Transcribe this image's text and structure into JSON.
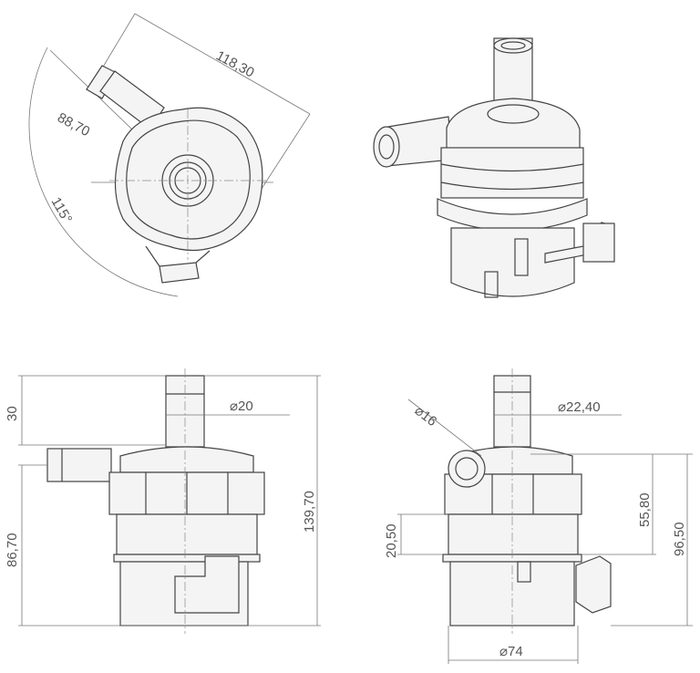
{
  "top_view": {
    "dim_overall": "118,30",
    "dim_hose": "88,70",
    "dim_angle": "115°"
  },
  "front_view": {
    "dim_top": "30",
    "dim_outlet": "⌀20",
    "dim_height": "139,70",
    "dim_lower": "86,70"
  },
  "side_view": {
    "dim_inlet": "⌀16",
    "dim_outlet": "⌀22,40",
    "dim_band": "20,50",
    "dim_mid": "55,80",
    "dim_tall": "96,50",
    "dim_base": "⌀74"
  }
}
